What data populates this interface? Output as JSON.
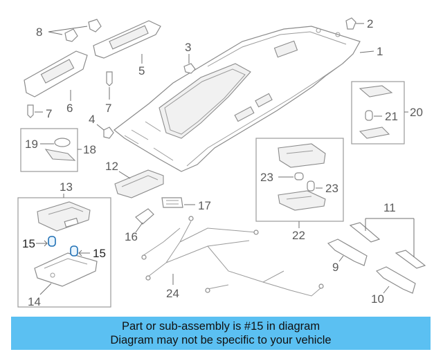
{
  "callouts": {
    "c1": "1",
    "c2": "2",
    "c3": "3",
    "c4": "4",
    "c5": "5",
    "c6": "6",
    "c7a": "7",
    "c7b": "7",
    "c8": "8",
    "c9": "9",
    "c10": "10",
    "c11": "11",
    "c12": "12",
    "c13": "13",
    "c14": "14",
    "c15a": "15",
    "c15b": "15",
    "c16": "16",
    "c17": "17",
    "c18": "18",
    "c19": "19",
    "c20": "20",
    "c21": "21",
    "c22": "22",
    "c23a": "23",
    "c23b": "23",
    "c24": "24"
  },
  "highlight": {
    "part_number": "15",
    "color": "#1f6fb4"
  },
  "banner": {
    "line1": "Part or sub-assembly is #15 in diagram",
    "line2": "Diagram may not be specific to your vehicle",
    "background": "#5bc0f2"
  }
}
